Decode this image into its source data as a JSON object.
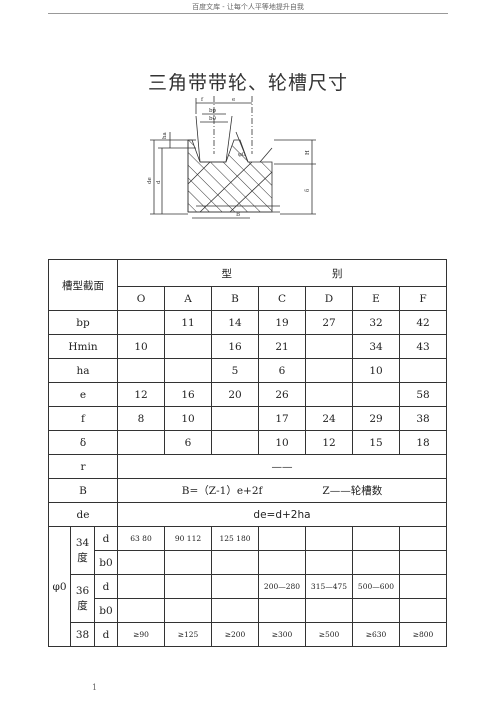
{
  "header": {
    "text": "百度文库 - 让每个人平等地提升自我"
  },
  "title": "三角带带轮、轮槽尺寸",
  "figure": {
    "labels": {
      "e": "e",
      "f": "f",
      "bp": "bp",
      "b0": "b0",
      "ha": "ha",
      "phi0": "φ0",
      "de": "de",
      "d": "d",
      "H": "H",
      "delta": "δ",
      "B": "B"
    }
  },
  "table": {
    "corner": "槽型截面",
    "group_left": "型",
    "group_right": "别",
    "columns": [
      "O",
      "A",
      "B",
      "C",
      "D",
      "E",
      "F"
    ],
    "rows": [
      {
        "label": "bp",
        "cells": [
          "",
          "11",
          "14",
          "19",
          "27",
          "32",
          "42"
        ]
      },
      {
        "label": "Hmin",
        "cells": [
          "10",
          "",
          "16",
          "21",
          "",
          "34",
          "43"
        ]
      },
      {
        "label": "ha",
        "cells": [
          "",
          "",
          "5",
          "6",
          "",
          "10",
          ""
        ]
      },
      {
        "label": "e",
        "cells": [
          "12",
          "16",
          "20",
          "26",
          "",
          "",
          "58"
        ]
      },
      {
        "label": "f",
        "cells": [
          "8",
          "10",
          "",
          "17",
          "24",
          "29",
          "38"
        ]
      },
      {
        "label": "δ",
        "cells": [
          "",
          "6",
          "",
          "10",
          "12",
          "15",
          "18"
        ]
      }
    ],
    "r_row": {
      "label": "r",
      "value": "——"
    },
    "B_row": {
      "label": "B",
      "formula": "B=（Z-1）e+2f",
      "note": "Z——轮槽数"
    },
    "de_row": {
      "label": "de",
      "formula": "de=d+2ha"
    },
    "phi": {
      "label": "φ0",
      "deg34": "34\n度",
      "deg36": "36\n度",
      "deg38": "38",
      "d": "d",
      "b0": "b0",
      "row34_d": [
        "63   80",
        "90   112",
        "125   180",
        "",
        "",
        "",
        ""
      ],
      "row36_d": [
        "",
        "",
        "",
        "200—280",
        "315—475",
        "500—600",
        ""
      ],
      "row38_d": [
        "≥90",
        "≥125",
        "≥200",
        "≥300",
        "≥500",
        "≥630",
        "≥800"
      ]
    }
  },
  "footer": {
    "page": "1"
  }
}
